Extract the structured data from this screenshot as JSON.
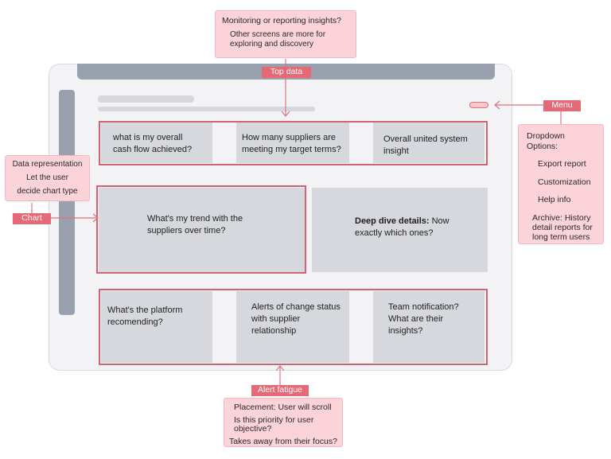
{
  "notes": {
    "top": {
      "title": "Monitoring or reporting insights?",
      "body": "Other screens are more for exploring and discovery",
      "tag": "Top data"
    },
    "left": {
      "line1": "Data representation",
      "line2": "Let the user",
      "line3": "decide chart type",
      "tag": "Chart"
    },
    "right": {
      "tag": "Menu",
      "title": "Dropdown Options:",
      "options": [
        "Export report",
        "Customization",
        "Help info"
      ],
      "archive": "Archive: History detail reports for long term users"
    },
    "bottom": {
      "tag": "Alert fatigue",
      "line1": "Placement: User will scroll",
      "line2": "Is this priority for user objective?",
      "line3": "Takes away from their focus?"
    }
  },
  "row1": [
    "what is my overall cash flow achieved?",
    "How many suppliers are meeting my target terms?",
    "Overall united system insight"
  ],
  "row2": {
    "chart": "What's my trend with the suppliers over time?",
    "details_bold": "Deep dive details:",
    "details_rest": " Now exactly which ones?"
  },
  "row3": [
    "What's the platform recomending?",
    "Alerts of change status with supplier relationship",
    "Team notification? What are their insights?"
  ],
  "colors": {
    "accent": "#e56a78",
    "note": "#fbd3d8",
    "wireframe": "#d6d8de",
    "bar": "#9aa1ae"
  }
}
